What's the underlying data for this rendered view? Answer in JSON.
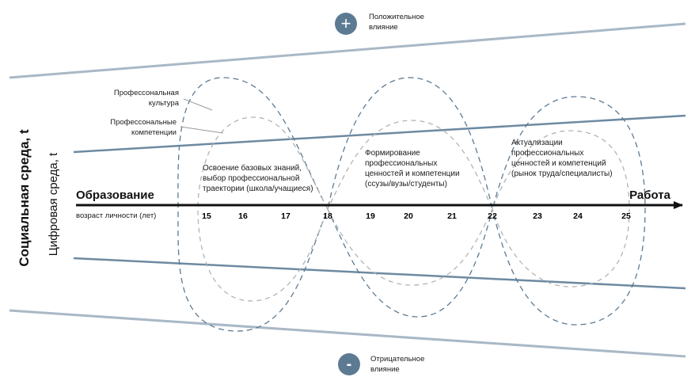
{
  "positive": {
    "sign": "+",
    "label_line1": "Положительное",
    "label_line2": "влияние"
  },
  "negative": {
    "sign": "-",
    "label_line1": "Отрицательное",
    "label_line2": "влияние"
  },
  "axis_titles": {
    "social": "Социальная среда, t",
    "digital": "Цифровая среда, t"
  },
  "ends": {
    "start": "Образование",
    "end": "Работа"
  },
  "age_caption": "возраст личности (лет)",
  "ages": [
    "15",
    "16",
    "17",
    "18",
    "19",
    "20",
    "21",
    "22",
    "23",
    "24",
    "25"
  ],
  "legend": {
    "culture": [
      "Профессональная",
      "культура"
    ],
    "competence": [
      "Профессональные",
      "компетенции"
    ]
  },
  "stages": [
    {
      "lines": [
        "Освоение базовых знаний,",
        "выбор профессиональной",
        "траектории (школа/учащиеся)"
      ]
    },
    {
      "lines": [
        "Формирование",
        "профессиональных",
        "ценностей и компетенции",
        "(ссузы/вузы/студенты)"
      ]
    },
    {
      "lines": [
        "Актуализации",
        "профессиональных",
        "ценностей и компетенций",
        "(рынок труда/специалисты)"
      ]
    }
  ],
  "colors": {
    "accent": "#5d7a93",
    "outer_line": "#a9b8c6",
    "inner_line": "#6d8aa2",
    "loop_gray": "#b3b3b3",
    "text": "#1a1a1a"
  }
}
